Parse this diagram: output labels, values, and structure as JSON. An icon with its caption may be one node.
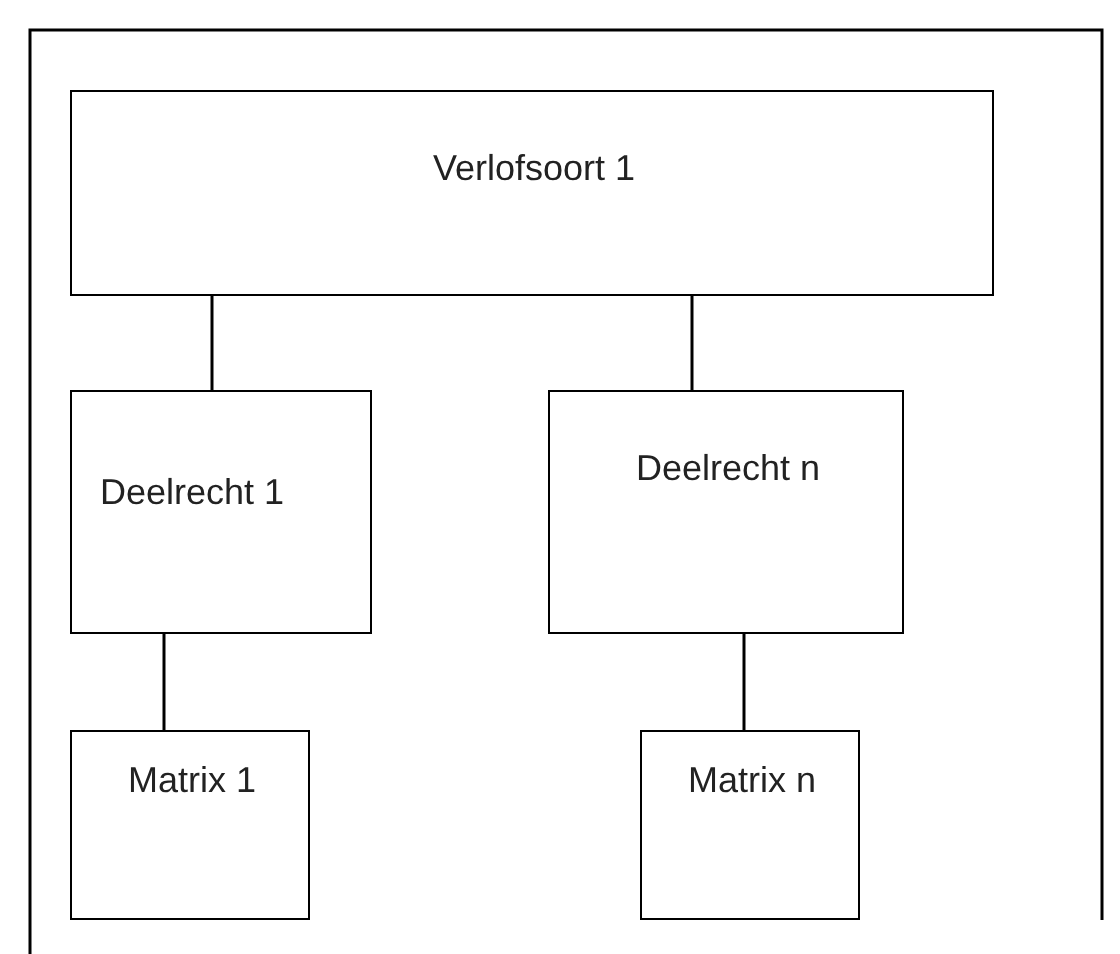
{
  "diagram": {
    "nodes": [
      {
        "text": [
          "Verlofsoort 1"
        ]
      },
      {
        "text": [
          "Deelrecht 1"
        ]
      },
      {
        "text": [
          "Deelrecht n"
        ]
      },
      {
        "text": [
          "Matrix 1"
        ]
      },
      {
        "text": [
          "Matrix n"
        ]
      }
    ],
    "edges": [
      {
        "from": 0,
        "to": 1,
        "arrow": "none"
      },
      {
        "from": 0,
        "to": 2,
        "arrow": "none"
      },
      {
        "from": 1,
        "to": 3,
        "arrow": "none"
      },
      {
        "from": 2,
        "to": 4,
        "arrow": "none"
      }
    ]
  }
}
